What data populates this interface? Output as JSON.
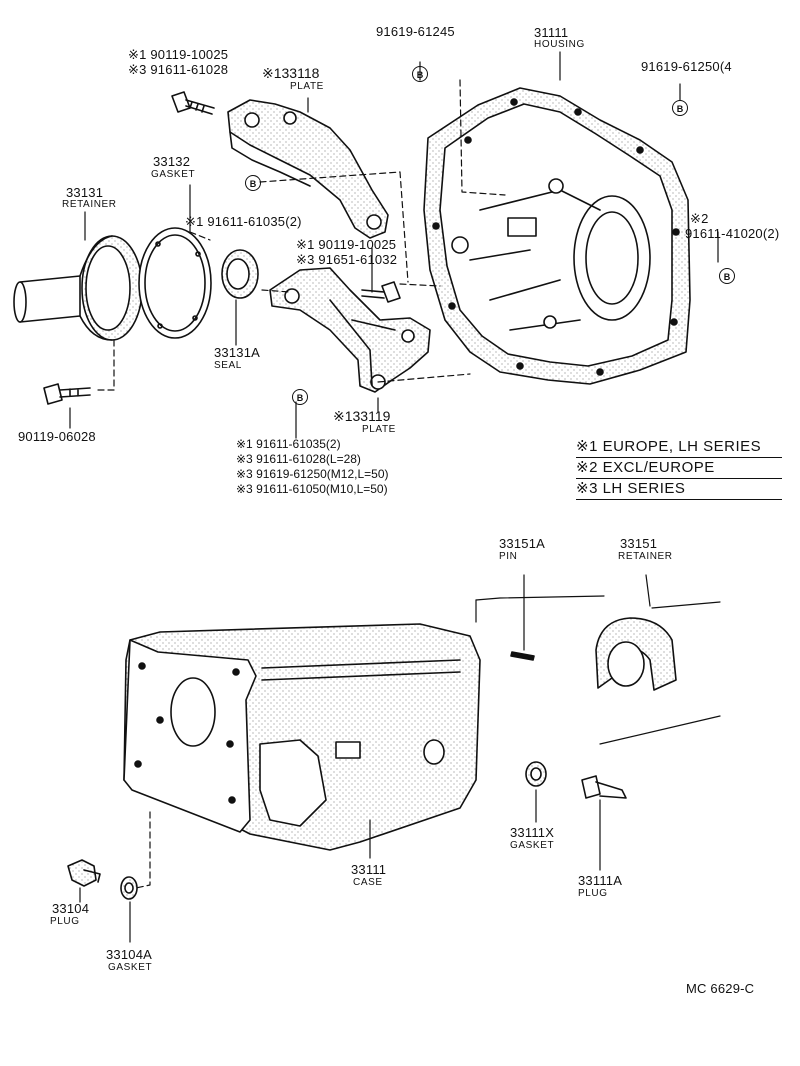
{
  "colors": {
    "ink": "#111111",
    "paper": "#ffffff",
    "stipple": "#8a8a8a"
  },
  "upper": {
    "housing_no": "31111",
    "housing_name": "HOUSING",
    "bolt_91619_61245": "91619-61245",
    "bolt_91619_61250_4": "91619-61250(4",
    "b1_1": "※1 90119-10025",
    "b1_3": "※3 91611-61028",
    "plate_33118": "※133118",
    "plate_33118_name": "PLATE",
    "gasket_no": "33132",
    "gasket_name": "GASKET",
    "retainer_no": "33131",
    "retainer_name": "RETAINER",
    "bolt_91611_61035": "※1 91611-61035(2)",
    "seal_no": "33131A",
    "seal_name": "SEAL",
    "b2_1": "※1 90119-10025",
    "b2_3": "※3 91651-61032",
    "excl_2": "※2",
    "bolt_91611_41020": "91611-41020(2)",
    "bolt_90119_06028": "90119-06028",
    "plate_33119": "※133119",
    "plate_33119_name": "PLATE",
    "bolt_list": [
      "※1 91611-61035(2)",
      "※3 91611-61028(L=28)",
      "※3 91619-61250(M12,L=50)",
      "※3 91611-61050(M10,L=50)"
    ],
    "mark_letter": "B"
  },
  "legend": [
    "※1 EUROPE, LH SERIES",
    "※2 EXCL/EUROPE",
    "※3 LH SERIES"
  ],
  "lower": {
    "pin_no": "33151A",
    "pin_name": "PIN",
    "retainer_no": "33151",
    "retainer_name": "RETAINER",
    "case_no": "33111",
    "case_name": "CASE",
    "gasket_x_no": "33111X",
    "gasket_x_name": "GASKET",
    "plug_a_no": "33111A",
    "plug_a_name": "PLUG",
    "plug_no": "33104",
    "plug_name": "PLUG",
    "gasket_a_no": "33104A",
    "gasket_a_name": "GASKET",
    "code": "MC 6629-C"
  }
}
